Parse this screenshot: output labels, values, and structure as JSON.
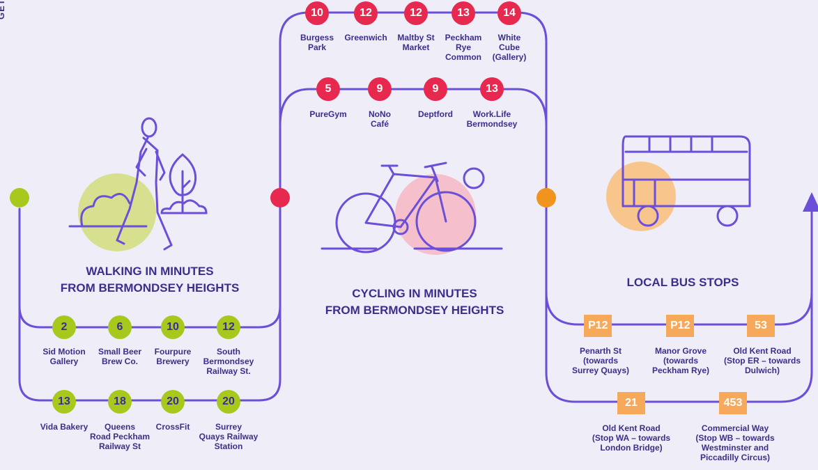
{
  "side_label": "GETTING",
  "walking": {
    "heading_line1": "WALKING IN MINUTES",
    "heading_line2": "FROM BERMONDSEY HEIGHTS",
    "row1": [
      {
        "minutes": "2",
        "place": "Sid Motion\nGallery"
      },
      {
        "minutes": "6",
        "place": "Small Beer\nBrew Co."
      },
      {
        "minutes": "10",
        "place": "Fourpure\nBrewery"
      },
      {
        "minutes": "12",
        "place": "South\nBermondsey\nRailway St."
      }
    ],
    "row2": [
      {
        "minutes": "13",
        "place": "Vida Bakery"
      },
      {
        "minutes": "18",
        "place": "Queens\nRoad Peckham\nRailway St"
      },
      {
        "minutes": "20",
        "place": "CrossFit"
      },
      {
        "minutes": "20",
        "place": "Surrey\nQuays Railway\nStation"
      }
    ]
  },
  "cycling": {
    "heading_line1": "CYCLING IN MINUTES",
    "heading_line2": "FROM BERMONDSEY HEIGHTS",
    "row1": [
      {
        "minutes": "10",
        "place": "Burgess\nPark"
      },
      {
        "minutes": "12",
        "place": "Greenwich"
      },
      {
        "minutes": "12",
        "place": "Maltby St\nMarket"
      },
      {
        "minutes": "13",
        "place": "Peckham\nRye\nCommon"
      },
      {
        "minutes": "14",
        "place": "White\nCube\n(Gallery)"
      }
    ],
    "row2": [
      {
        "minutes": "5",
        "place": "PureGym"
      },
      {
        "minutes": "9",
        "place": "NoNo\nCafé"
      },
      {
        "minutes": "9",
        "place": "Deptford"
      },
      {
        "minutes": "13",
        "place": "Work.Life\nBermondsey"
      }
    ]
  },
  "bus": {
    "heading": "LOCAL BUS STOPS",
    "row1": [
      {
        "route": "P12",
        "stop": "Penarth St\n(towards\nSurrey Quays)"
      },
      {
        "route": "P12",
        "stop": "Manor Grove\n(towards\nPeckham Rye)"
      },
      {
        "route": "53",
        "stop": "Old Kent Road\n(Stop ER – towards\nDulwich)"
      }
    ],
    "row2": [
      {
        "route": "21",
        "stop": "Old Kent Road\n(Stop WA – towards\nLondon Bridge)"
      },
      {
        "route": "453",
        "stop": "Commercial Way\n(Stop WB – towards\nWestminster and\nPiccadilly Circus)"
      }
    ]
  },
  "colors": {
    "line": "#6b4fd8",
    "walking_green": "#a7c91e",
    "cycling_red": "#e8294f",
    "bus_orange": "#f6a95b",
    "text_navy": "#3a2f8c",
    "bg": "#efedf7"
  },
  "icons": [
    "walking-person-icon",
    "tree-icon",
    "bicycle-icon",
    "double-decker-bus-icon",
    "arrow-up-icon"
  ]
}
